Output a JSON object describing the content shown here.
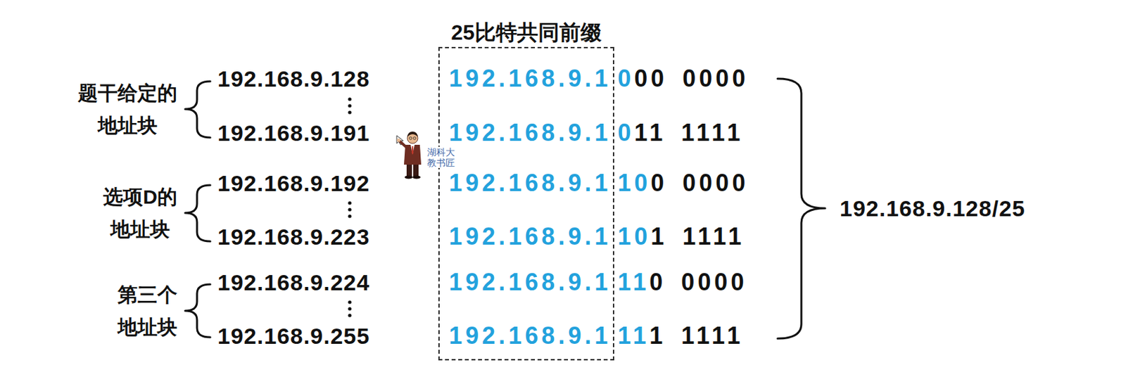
{
  "diagram": {
    "nodes": [
      {
        "text": [
          "25比特共同前缀"
        ]
      }
    ],
    "labels": [
      "题干给定的 地址块",
      "192.168.9.128",
      "192.168.9.191",
      "选项D的 地址块",
      "192.168.9.192",
      "192.168.9.223",
      "第三个 地址块",
      "192.168.9.224",
      "192.168.9.255",
      "192.168.9.1",
      "0",
      "00 0000",
      "192.168.9.1",
      "0",
      "11 1111",
      "192.168.9.1",
      "10",
      "0 0000",
      "192.168.9.1",
      "10",
      "1 1111",
      "192.168.9.1",
      "11",
      "0 0000",
      "192.168.9.1",
      "11",
      "1 1111",
      "192.168.9.128/25",
      "湖科大 教书匠"
    ]
  }
}
